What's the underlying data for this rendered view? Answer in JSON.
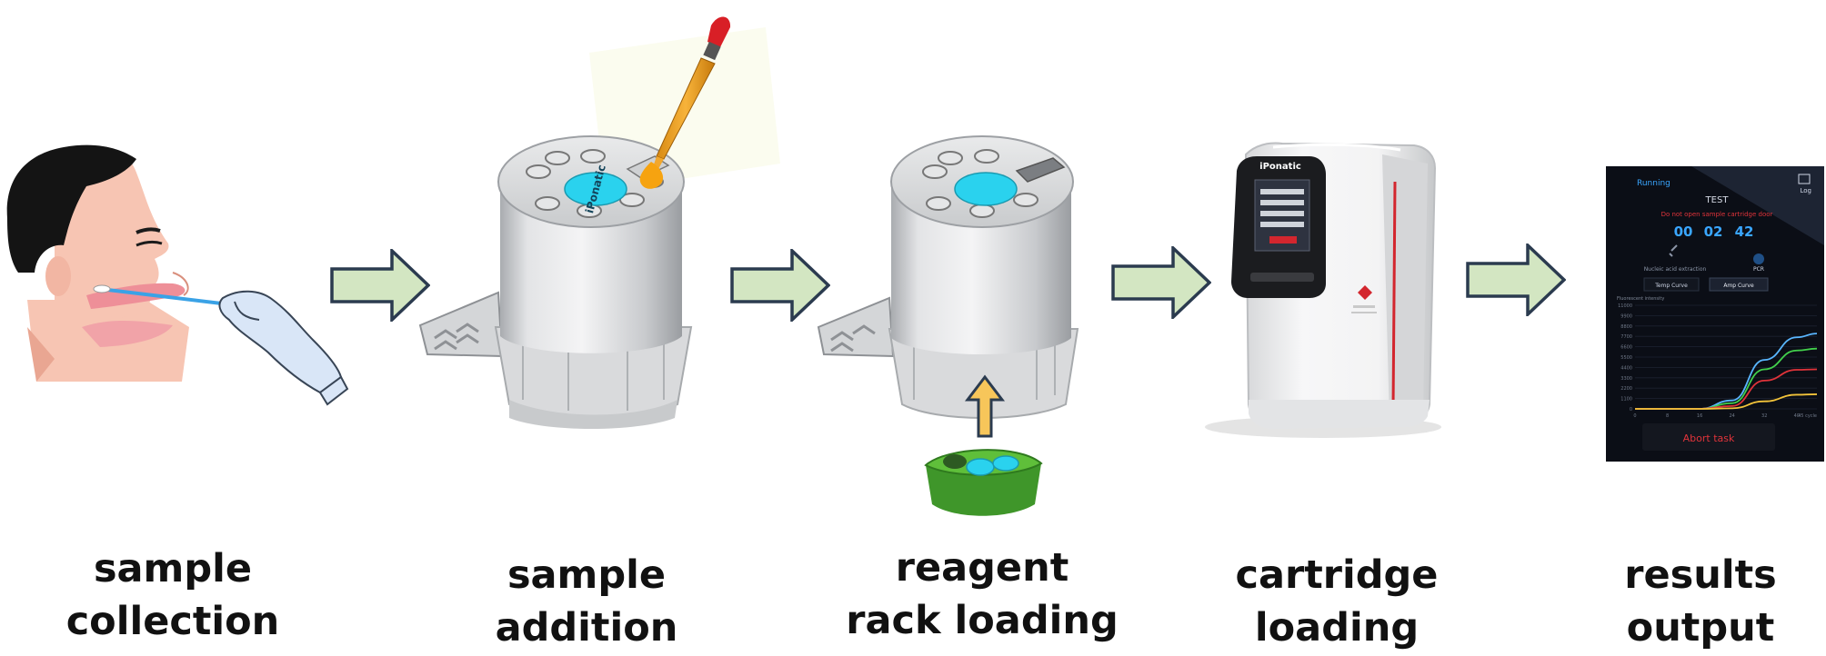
{
  "steps": [
    {
      "line1": "sample",
      "line2": "collection"
    },
    {
      "line1": "sample",
      "line2": "addition"
    },
    {
      "line1": "reagent",
      "line2": "rack loading"
    },
    {
      "line1": "cartridge",
      "line2": "loading"
    },
    {
      "line1": "results",
      "line2": "output"
    }
  ],
  "cartridge": {
    "brand": "iPonatic"
  },
  "instrument": {
    "brand": "iPonatic"
  },
  "screen": {
    "status": "Running",
    "log": "Log",
    "title": "TEST",
    "warning": "Do not open sample cartridge door",
    "timer": {
      "h": "00",
      "m": "02",
      "s": "42"
    },
    "step_a": "Nucleic acid extraction",
    "step_b": "PCR",
    "tab_a": "Temp Curve",
    "tab_b": "Amp Curve",
    "ylabel": "Fluorescent intensity",
    "yticks": [
      "11000",
      "9900",
      "8800",
      "7700",
      "6600",
      "5500",
      "4400",
      "3300",
      "2200",
      "1100",
      "0"
    ],
    "xticks": [
      "0",
      "8",
      "16",
      "24",
      "32",
      "40"
    ],
    "xunit": "45 cycle",
    "abort": "Abort task"
  },
  "colors": {
    "arrow_fill": "#d3e6c2",
    "arrow_stroke": "#2b3b4f",
    "up_arrow_fill": "#f7c65a",
    "cartridge_center": "#2ad2ee",
    "reagent_rack": "#4faa33",
    "screen_bg": "#0b0e16",
    "timer": "#3aa6ff",
    "accent_red": "#e0333a"
  },
  "chart_data": {
    "type": "line",
    "x": [
      0,
      8,
      16,
      24,
      32,
      40,
      45
    ],
    "series": [
      {
        "color": "#59b6ff",
        "values": [
          0,
          0,
          0,
          900,
          5200,
          7600,
          8000
        ]
      },
      {
        "color": "#42d04c",
        "values": [
          0,
          0,
          0,
          600,
          4200,
          6200,
          6400
        ]
      },
      {
        "color": "#e0333a",
        "values": [
          0,
          0,
          0,
          300,
          3000,
          4150,
          4200
        ]
      },
      {
        "color": "#f2c33a",
        "values": [
          0,
          0,
          0,
          60,
          800,
          1500,
          1550
        ]
      }
    ],
    "xlim": [
      0,
      45
    ],
    "ylim": [
      0,
      11000
    ]
  }
}
